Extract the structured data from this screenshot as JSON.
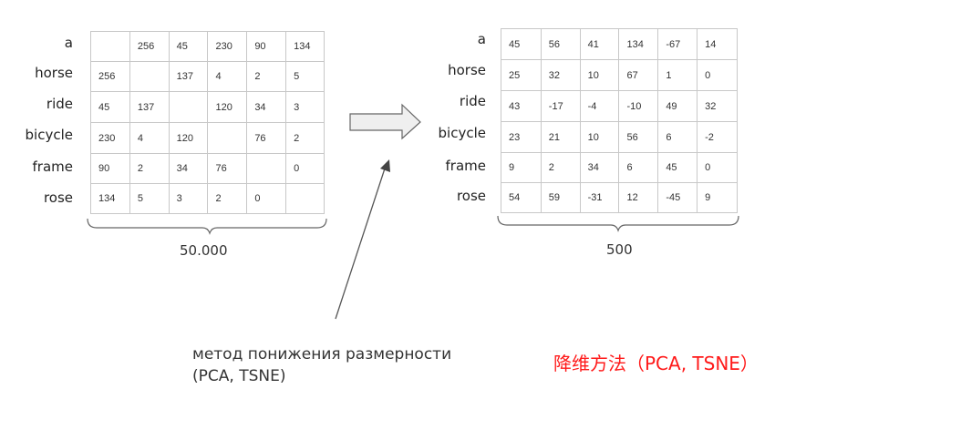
{
  "left_matrix": {
    "row_labels": [
      "a",
      "horse",
      "ride",
      "bicycle",
      "frame",
      "rose"
    ],
    "rows": [
      [
        "",
        "256",
        "45",
        "230",
        "90",
        "134"
      ],
      [
        "256",
        "",
        "137",
        "4",
        "2",
        "5"
      ],
      [
        "45",
        "137",
        "",
        "120",
        "34",
        "3"
      ],
      [
        "230",
        "4",
        "120",
        "",
        "76",
        "2"
      ],
      [
        "90",
        "2",
        "34",
        "76",
        "",
        "0"
      ],
      [
        "134",
        "5",
        "3",
        "2",
        "0",
        ""
      ]
    ],
    "dimension_label": "50.000"
  },
  "right_matrix": {
    "row_labels": [
      "a",
      "horse",
      "ride",
      "bicycle",
      "frame",
      "rose"
    ],
    "rows": [
      [
        "45",
        "56",
        "41",
        "134",
        "-67",
        "14"
      ],
      [
        "25",
        "32",
        "10",
        "67",
        "1",
        "0"
      ],
      [
        "43",
        "-17",
        "-4",
        "-10",
        "49",
        "32"
      ],
      [
        "23",
        "21",
        "10",
        "56",
        "6",
        "-2"
      ],
      [
        "9",
        "2",
        "34",
        "6",
        "45",
        "0"
      ],
      [
        "54",
        "59",
        "-31",
        "12",
        "-45",
        "9"
      ]
    ],
    "dimension_label": "500"
  },
  "caption": {
    "ru_line1": "метод понижения размерности",
    "ru_line2": "(PCA, TSNE)",
    "zh": "降维方法（PCA, TSNE）"
  },
  "colors": {
    "zh_caption": "#ff1a1a",
    "grid_border": "#c8c8c8",
    "arrow_fill": "#efefef",
    "arrow_stroke": "#666666"
  }
}
